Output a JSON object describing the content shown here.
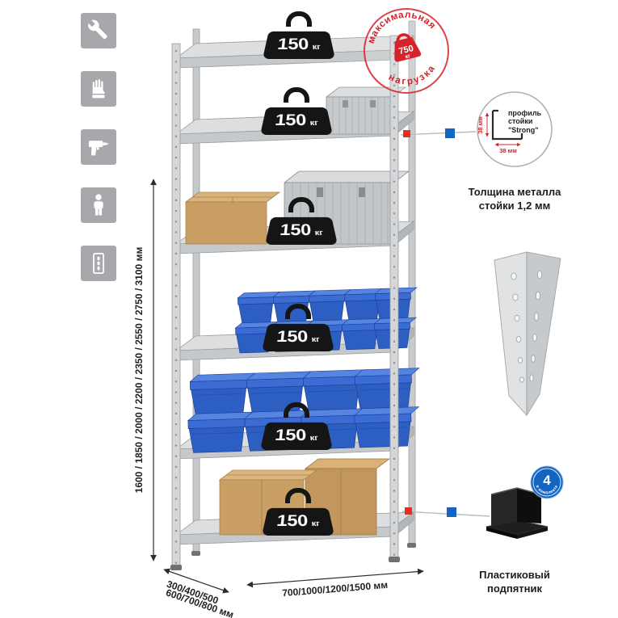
{
  "page": {
    "background": "#ffffff"
  },
  "colors": {
    "stamp_red": "#d6232a",
    "callout_red": "#e03124",
    "callout_blue": "#1266c2",
    "bin_blue": "#2d5ec2"
  },
  "sidebar_icons": {
    "items": [
      {
        "name": "wrench"
      },
      {
        "name": "glove"
      },
      {
        "name": "drill"
      },
      {
        "name": "person"
      },
      {
        "name": "rack-profile"
      }
    ]
  },
  "rack": {
    "load_unit": "кг",
    "shelf_loads": [
      "150",
      "150",
      "150",
      "150",
      "150",
      "150"
    ]
  },
  "stamp": {
    "arc_top": "максимальная",
    "arc_bottom": "нагрузка",
    "weight_value": "750",
    "weight_unit": "кг"
  },
  "dimensions": {
    "height_label": "1600 / 1850 / 2000 / 2200 / 2350 / 2550 / 2750 / 3100 мм",
    "depth_label_line1": "300/400/500",
    "depth_label_line2": "600/700/800 мм",
    "width_label": "700/1000/1200/1500 мм"
  },
  "profile_callout": {
    "dim_vertical": "38 мм",
    "dim_horizontal": "38 мм",
    "label_line1": "профиль",
    "label_line2": "стойки",
    "label_line3": "\"Strong\"",
    "caption_line1": "Толщина металла",
    "caption_line2": "стойки 1,2 мм"
  },
  "foot_callout": {
    "badge_value": "4",
    "badge_arc": "в комплекте",
    "caption_line1": "Пластиковый",
    "caption_line2": "подпятник"
  }
}
